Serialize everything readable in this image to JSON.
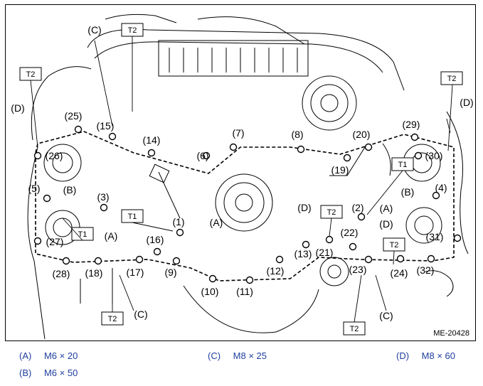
{
  "diagram": {
    "drawing_id": "ME-20428",
    "bolt_labels": [
      "(1)",
      "(2)",
      "(3)",
      "(4)",
      "(5)",
      "(6)",
      "(7)",
      "(8)",
      "(9)",
      "(10)",
      "(11)",
      "(12)",
      "(13)",
      "(14)",
      "(15)",
      "(16)",
      "(17)",
      "(18)",
      "(19)",
      "(20)",
      "(21)",
      "(22)",
      "(23)",
      "(24)",
      "(25)",
      "(26)",
      "(27)",
      "(28)",
      "(29)",
      "(30)",
      "(31)",
      "(32)"
    ],
    "letter_labels": {
      "A": "(A)",
      "B": "(B)",
      "C": "(C)",
      "D": "(D)"
    },
    "torque_labels": {
      "T1": "T1",
      "T2": "T2"
    }
  },
  "legend": [
    {
      "code": "(A)",
      "spec": "M6 × 20"
    },
    {
      "code": "(B)",
      "spec": "M6 × 50"
    },
    {
      "code": "(C)",
      "spec": "M8 × 25"
    },
    {
      "code": "(D)",
      "spec": "M8 × 60"
    }
  ],
  "colors": {
    "legend_text": "#1f3f9f",
    "line": "#000000"
  }
}
